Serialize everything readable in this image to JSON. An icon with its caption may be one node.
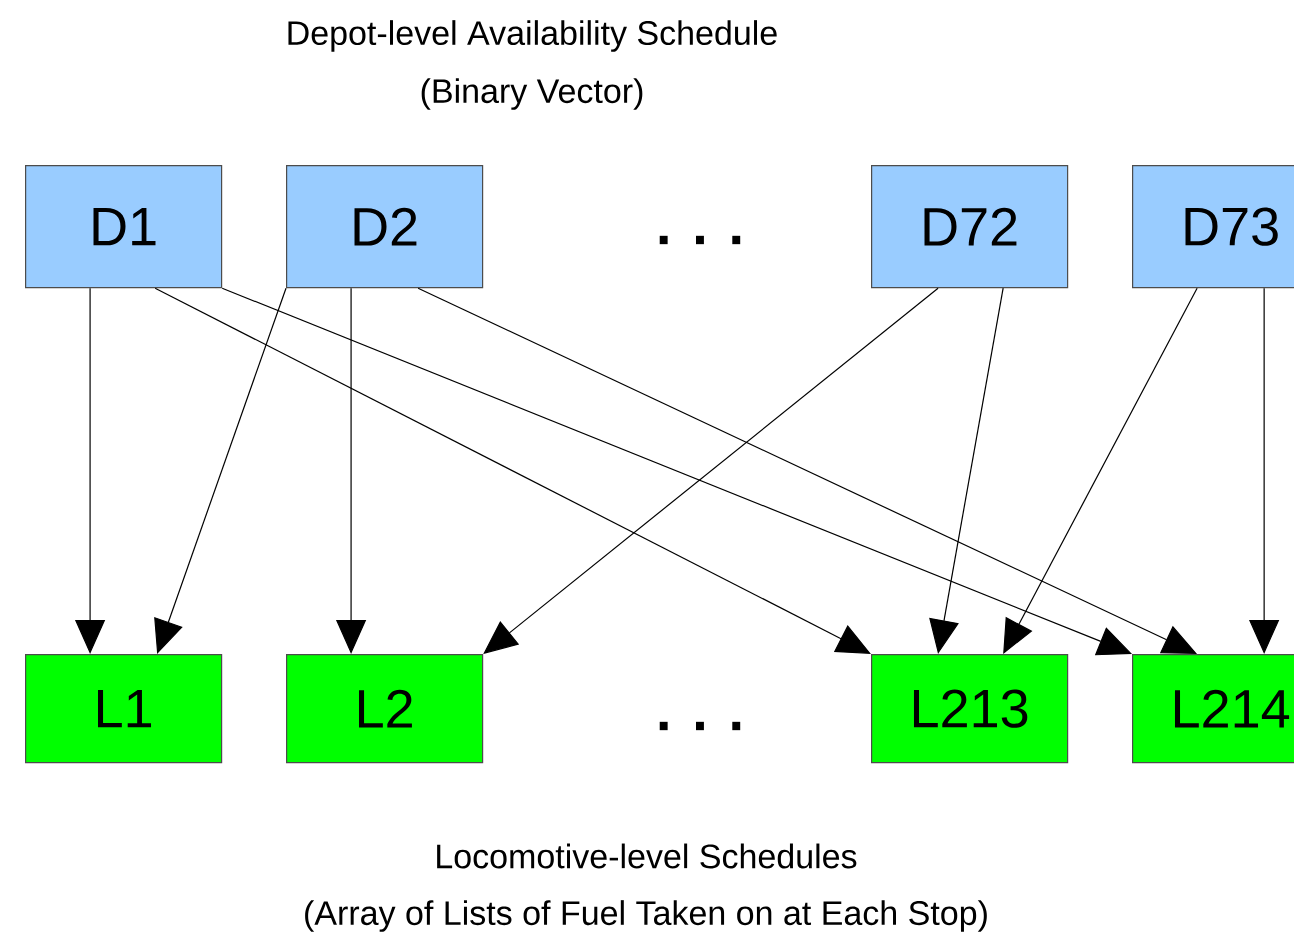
{
  "diagram": {
    "title": "Depot-level Availability Schedule",
    "caption": "Locomotive-level Schedules",
    "nodes": [
      {
        "text": [
          "D1"
        ]
      },
      {
        "text": [
          "D2"
        ]
      },
      {
        "text": [
          "D72"
        ]
      },
      {
        "text": [
          "D73"
        ]
      },
      {
        "text": [
          "L1"
        ]
      },
      {
        "text": [
          "L2"
        ]
      },
      {
        "text": [
          "L213"
        ]
      },
      {
        "text": [
          "L214"
        ]
      }
    ],
    "edges": [
      {
        "from": 0,
        "to": 4,
        "arrow": "to"
      },
      {
        "from": 0,
        "to": 6,
        "arrow": "to"
      },
      {
        "from": 0,
        "to": 7,
        "arrow": "to"
      },
      {
        "from": 1,
        "to": 4,
        "arrow": "to"
      },
      {
        "from": 1,
        "to": 5,
        "arrow": "to"
      },
      {
        "from": 1,
        "to": 7,
        "arrow": "to"
      },
      {
        "from": 2,
        "to": 5,
        "arrow": "to"
      },
      {
        "from": 2,
        "to": 6,
        "arrow": "to"
      },
      {
        "from": 3,
        "to": 6,
        "arrow": "to"
      },
      {
        "from": 3,
        "to": 7,
        "arrow": "to"
      }
    ],
    "labels": [
      "(Binary Vector)",
      ". . .",
      ". . .",
      "(Array of Lists of Fuel Taken on at Each Stop)"
    ]
  }
}
